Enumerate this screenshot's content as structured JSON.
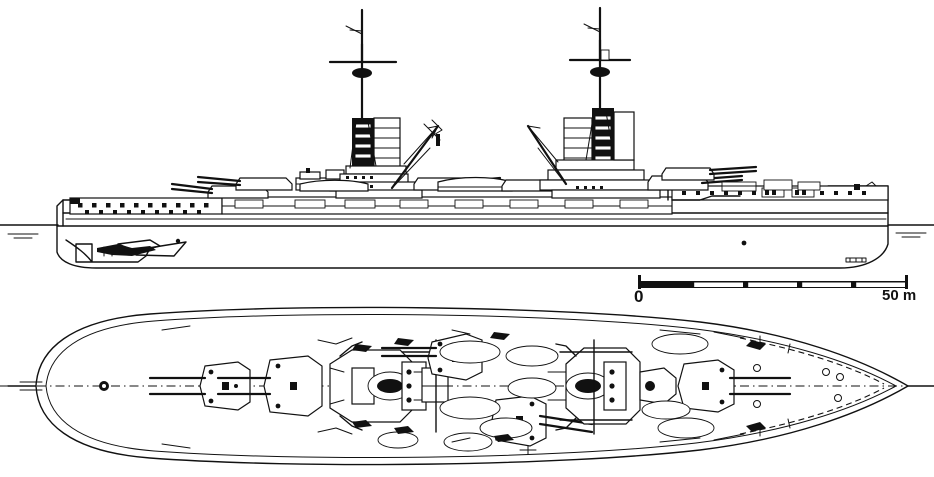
{
  "document": {
    "kind": "technical-line-drawing",
    "subject": "dreadnought-battleship",
    "views": [
      {
        "id": "profile",
        "label": "side-elevation"
      },
      {
        "id": "plan",
        "label": "plan-view"
      }
    ],
    "background_color": "#ffffff",
    "line_color": "#111111"
  },
  "scale_bar": {
    "start_label": "0",
    "end_label": "50 m",
    "unit": "m",
    "min": 0,
    "max": 50,
    "segments": 5,
    "segment_length_m": 10
  },
  "profile_view": {
    "orientation": "bow-right-stern-left",
    "features": {
      "masts": 2,
      "funnels": 2,
      "main_turrets_visible": 5,
      "cranes": 2,
      "waterline": true,
      "rudder": true,
      "propeller": true,
      "porthole_rows": 2
    }
  },
  "plan_view": {
    "orientation": "bow-right-stern-left",
    "features": {
      "main_turrets": 5,
      "centerline": true,
      "boats": 8,
      "anchors": 2,
      "bridge_structure": true
    }
  }
}
